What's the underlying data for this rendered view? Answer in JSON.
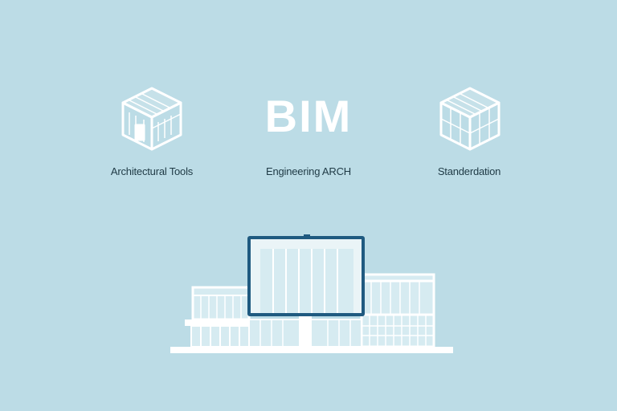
{
  "title": "BIM",
  "categories": [
    {
      "label": "Architectural Tools",
      "icon": "building-cube-icon"
    },
    {
      "label": "Engineering ARCH",
      "icon": "none"
    },
    {
      "label": "Standerdation",
      "icon": "building-cube-icon"
    }
  ],
  "illustration": {
    "icon": "monitor-building-icon"
  },
  "colors": {
    "background": "#bcdce6",
    "foreground": "#ffffff",
    "accent": "#1f5a80",
    "text": "#1f3a45"
  }
}
